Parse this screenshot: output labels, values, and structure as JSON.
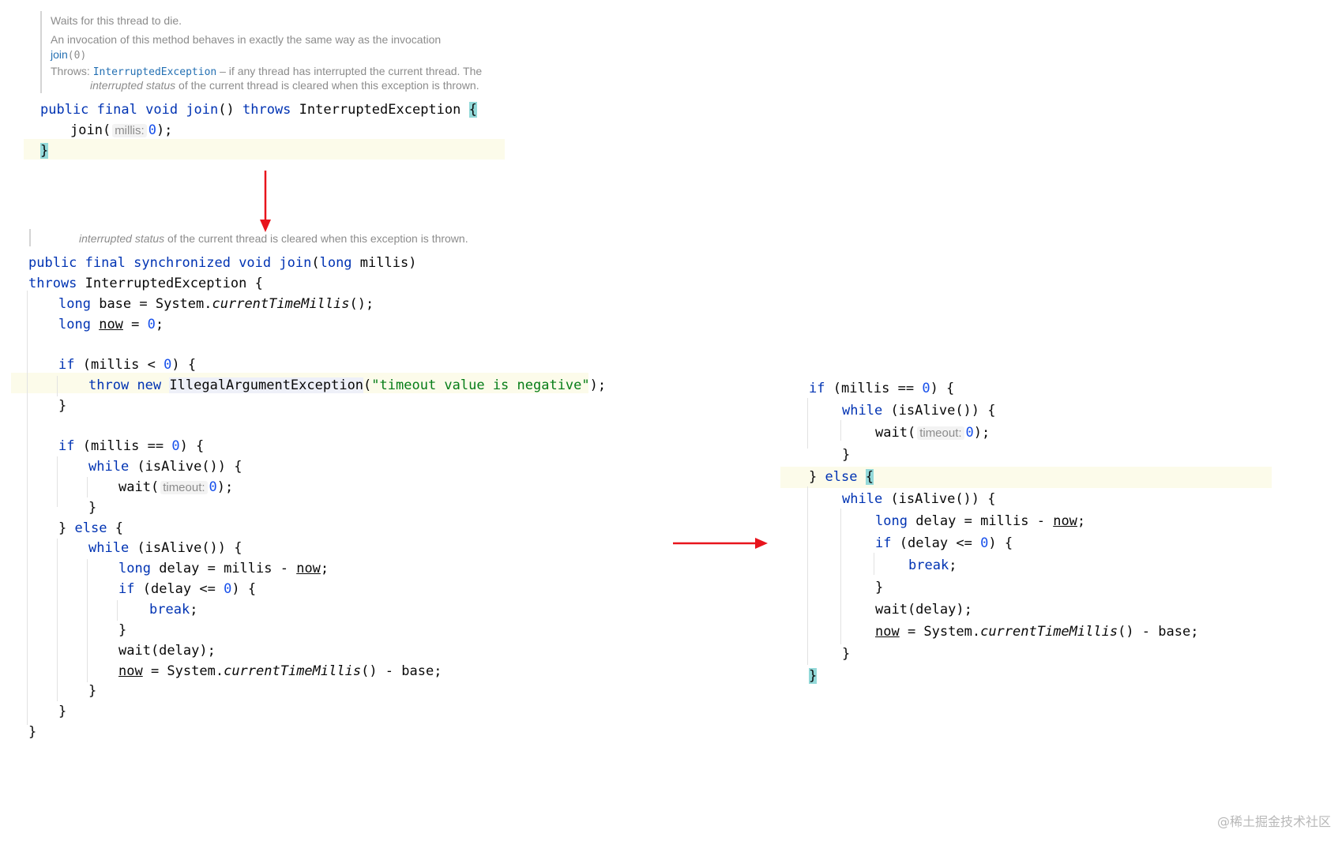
{
  "top_doc": {
    "line1": "Waits for this thread to die.",
    "line2": "An invocation of this method behaves in exactly the same way as the invocation",
    "line3_link": "join",
    "line3_rest": "(0)",
    "throws_label": "Throws:",
    "throws_type": "InterruptedException",
    "throws_desc": " – if any thread has interrupted the current thread. The",
    "line5_italic": "interrupted status",
    "line5_rest": " of the current thread is cleared when this exception is thrown."
  },
  "top_code": {
    "kw_public": "public",
    "kw_final": "final",
    "kw_void": "void",
    "method_join": "join",
    "parens": "()",
    "kw_throws": "throws",
    "exception_type": "InterruptedException",
    "open_brace": "{",
    "call_join": "join(",
    "hint_millis": "millis:",
    "zero": "0",
    "call_end": ");",
    "close_brace": "}"
  },
  "main_doc": {
    "italic": "interrupted status",
    "rest": " of the current thread is cleared when this exception is thrown."
  },
  "main_code": {
    "kw_public": "public",
    "kw_final": "final",
    "kw_synchronized": "synchronized",
    "kw_void": "void",
    "method_join": "join",
    "param_open": "(",
    "kw_long": "long",
    "param_close": "millis)",
    "kw_throws": "throws",
    "throws_rest": "InterruptedException {",
    "base_decl": "base = System.",
    "current_time_millis": "currentTimeMillis",
    "call_end": "();",
    "var_now": "now",
    "assign": " = ",
    "zero": "0",
    "semicolon": ";",
    "kw_if": "if",
    "cond_lt_open": "(millis < ",
    "cond_close": ") {",
    "kw_throw": "throw",
    "kw_new": "new",
    "illegal_arg": "IllegalArgumentException",
    "paren_open": "(",
    "timeout_msg": "\"timeout value is negative\"",
    "paren_close": ");",
    "close_brace": "}",
    "cond_eq_open": "(millis == ",
    "kw_while": "while",
    "is_alive": "(isAlive()) {",
    "wait_open": "wait(",
    "hint_timeout": "timeout:",
    "wait_close": ");",
    "close_else": "} ",
    "kw_else": "else",
    "open_brace": "{",
    "delay_decl": "delay = millis - ",
    "cond_delay_open": "(delay <= ",
    "kw_break": "break",
    "wait_delay": "wait(delay);",
    "now_assign": " = System.",
    "minus_base": "() - base;"
  },
  "annotations": {
    "watermark": "@稀土掘金技术社区"
  },
  "colors": {
    "keyword": "#0033b3",
    "number": "#1750eb",
    "string": "#067d17",
    "doc": "#8c8c8c",
    "link": "#2470b3",
    "brace_match": "#93d9d9",
    "line_highlight": "#fcfbea",
    "arrow": "#e8141c"
  }
}
